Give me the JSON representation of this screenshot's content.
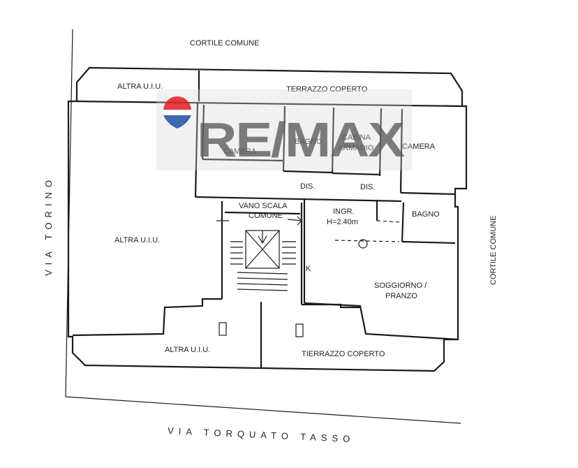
{
  "watermark": {
    "brand": "RE/MAX",
    "balloon_red": "#e11b22",
    "balloon_blue": "#1f4fa0",
    "text_color": "#555555"
  },
  "streets": {
    "left": "VIA TORINO",
    "bottom": "VIA TORQUATO TASSO",
    "top": "CORTILE COMUNE",
    "right": "CORTILE COMUNE"
  },
  "rooms": {
    "altra_top": "ALTRA U.I.U.",
    "terrazzo_top": "TERRAZZO COPERTO",
    "camera_left": "CAMERA",
    "bagno_top": "BAGNO",
    "cabina_1": "CABINA",
    "cabina_2": "ARMADIO",
    "camera_right": "CAMERA",
    "dis_1": "DIS.",
    "dis_2": "DIS.",
    "vano_1": "VANO SCALA",
    "vano_2": "COMUNE",
    "ingr_1": "INGR.",
    "ingr_2": "H=2.40m",
    "bagno_right": "BAGNO",
    "altra_left": "ALTRA U.I.U.",
    "soggiorno_1": "SOGGIORNO /",
    "soggiorno_2": "PRANZO",
    "k": "K",
    "altra_bottom": "ALTRA U.I.U.",
    "terrazzo_bottom": "TIERRAZZO COPERTO"
  }
}
